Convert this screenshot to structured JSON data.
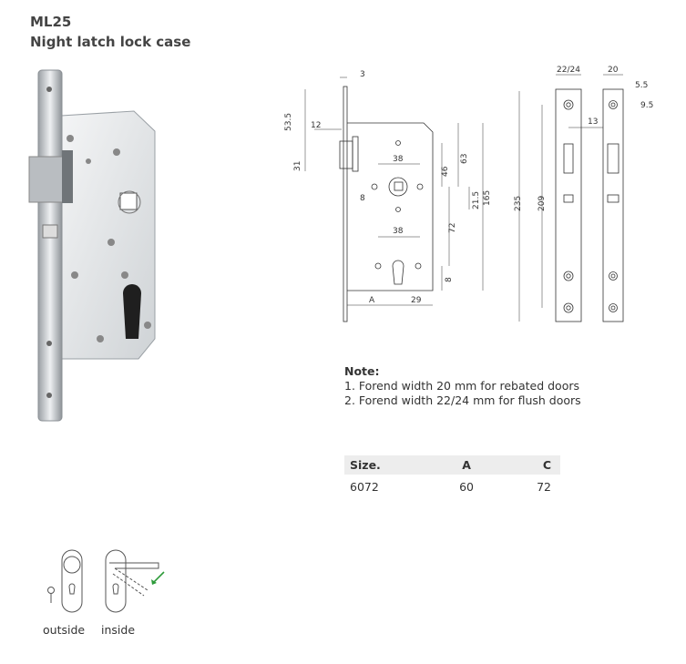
{
  "header": {
    "model": "ML25",
    "name": "Night latch lock case"
  },
  "dimensions": {
    "d3": "3",
    "d53_5": "53.5",
    "d12": "12",
    "d31": "31",
    "d38_top": "38",
    "d46": "46",
    "d63": "63",
    "d8_diag": "8",
    "d21_5": "21.5",
    "d165": "165",
    "d72": "72",
    "d38_bottom": "38",
    "d8_bottom": "8",
    "dA": "A",
    "d29": "29",
    "d235": "235",
    "d209": "209",
    "d22_24": "22/24",
    "d20": "20",
    "d5_5": "5.5",
    "d9_5": "9.5",
    "d13": "13"
  },
  "note": {
    "heading": "Note:",
    "items": [
      "1. Forend width 20 mm for rebated doors",
      "2. Forend width 22/24 mm for flush doors"
    ]
  },
  "spec_table": {
    "headers": [
      "Size.",
      "A",
      "C"
    ],
    "rows": [
      [
        "6072",
        "60",
        "72"
      ]
    ]
  },
  "handles": {
    "outside_label": "outside",
    "inside_label": "inside"
  },
  "colors": {
    "accent_arrow": "#2e9b3a",
    "table_header_bg": "#ededed"
  }
}
